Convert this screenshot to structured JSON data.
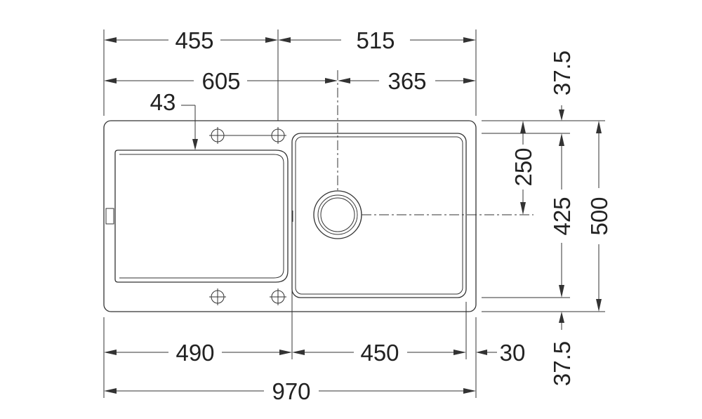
{
  "drawing": {
    "labels": {
      "top_left_width": "455",
      "top_right_width": "515",
      "bowl_center_left": "605",
      "bowl_center_right": "365",
      "tap_hole_offset": "43",
      "drainer_width": "490",
      "bowl_width": "450",
      "right_rim": "30",
      "overall_width": "970",
      "bowl_center_depth": "250",
      "bowl_depth": "425",
      "overall_depth": "500",
      "top_rim": "37.5",
      "bottom_rim": "37.5"
    }
  }
}
